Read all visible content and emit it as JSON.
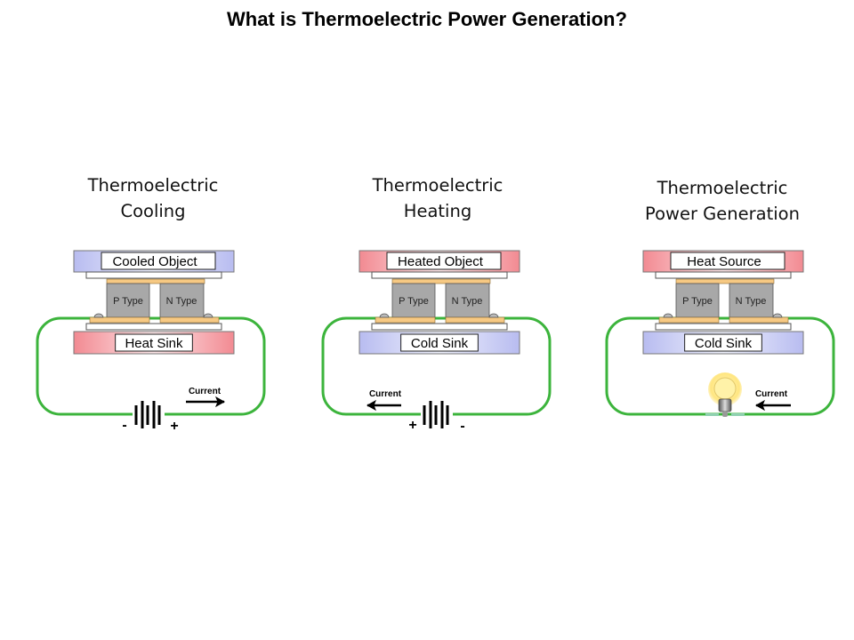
{
  "title": "What is Thermoelectric Power Generation?",
  "colors": {
    "hot_gradient_edge": "#f28a92",
    "cold_gradient_edge": "#b8bcf0",
    "semiconductor": "#a8a8a8",
    "conductor": "#f7c983",
    "wire": "#3cb43c"
  },
  "panels": [
    {
      "title_line1": "Thermoelectric",
      "title_line2": "Cooling",
      "top_plate": "Cooled Object",
      "top_temp": "cold",
      "bottom_plate": "Heat Sink",
      "bottom_temp": "hot",
      "p_label": "P Type",
      "n_label": "N Type",
      "current_label": "Current",
      "current_direction": "right",
      "load": "battery",
      "left_polarity": "-",
      "right_polarity": "+"
    },
    {
      "title_line1": "Thermoelectric",
      "title_line2": "Heating",
      "top_plate": "Heated Object",
      "top_temp": "hot",
      "bottom_plate": "Cold Sink",
      "bottom_temp": "cold",
      "p_label": "P Type",
      "n_label": "N Type",
      "current_label": "Current",
      "current_direction": "left",
      "load": "battery",
      "left_polarity": "+",
      "right_polarity": "-"
    },
    {
      "title_line1": "Thermoelectric",
      "title_line2": "Power Generation",
      "top_plate": "Heat Source",
      "top_temp": "hot",
      "bottom_plate": "Cold Sink",
      "bottom_temp": "cold",
      "p_label": "P Type",
      "n_label": "N Type",
      "current_label": "Current",
      "current_direction": "left",
      "load": "light-bulb"
    }
  ]
}
